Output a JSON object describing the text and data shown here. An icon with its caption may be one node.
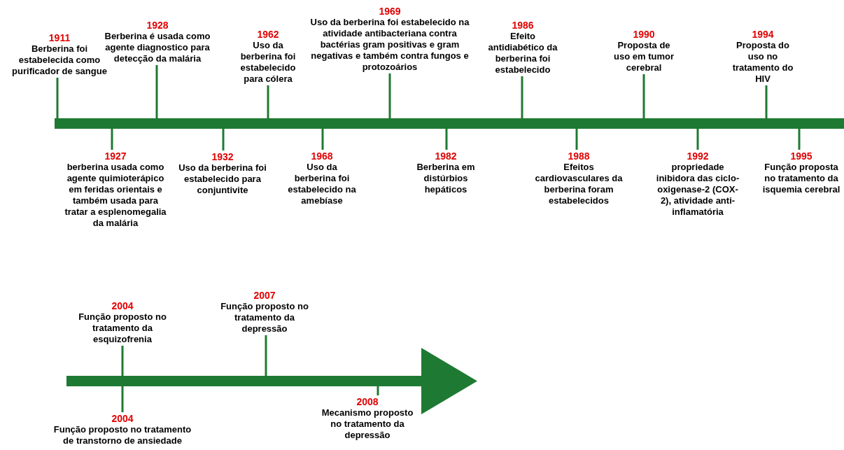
{
  "diagram": {
    "nodes": [
      {
        "text": [],
        "shape": "bar"
      },
      {
        "text": [
          "1911",
          "Berberina foi estabelecida como purificador de sangue"
        ]
      },
      {
        "text": [
          "1927",
          "berberina usada como agente quimioterápico em feridas orientais e também usada para tratar a esplenomegalia da malária"
        ]
      },
      {
        "text": [
          "1928",
          "Berberina é usada como agente diagnostico para detecção da malária"
        ]
      },
      {
        "text": [
          "1932",
          "Uso da berberina foi estabelecido para conjuntivite"
        ]
      },
      {
        "text": [
          "1962",
          "Uso da berberina foi estabelecido para cólera"
        ]
      },
      {
        "text": [
          "1968",
          "Uso da berberina foi estabelecido na amebíase"
        ]
      },
      {
        "text": [
          "1969",
          "Uso da berberina foi estabelecido na atividade antibacteriana contra bactérias gram positivas e gram negativas e também contra fungos e protozoários"
        ]
      },
      {
        "text": [
          "1982",
          "Berberina em distúrbios hepáticos"
        ]
      },
      {
        "text": [
          "1986",
          "Efeito antidiabético da berberina foi estabelecido"
        ]
      },
      {
        "text": [
          "1988",
          "Efeitos cardiovasculares da berberina foram estabelecidos"
        ]
      },
      {
        "text": [
          "1990",
          "Proposta de uso em tumor cerebral"
        ]
      },
      {
        "text": [
          "1992",
          "propriedade inibidora das ciclo-oxigenase-2 (COX-2), atividade anti-inflamatória"
        ]
      },
      {
        "text": [
          "1994",
          "Proposta do uso no tratamento do HIV"
        ]
      },
      {
        "text": [
          "1995",
          "Função proposta no tratamento da isquemia cerebral"
        ]
      },
      {
        "text": [],
        "shape": "bar"
      },
      {
        "text": [
          "2004",
          "Função proposto no tratamento da esquizofrenia"
        ]
      },
      {
        "text": [
          "2004",
          "Função proposto no tratamento de transtorno de ansiedade"
        ]
      },
      {
        "text": [
          "2007",
          "Função proposto no tratamento da depressão"
        ]
      },
      {
        "text": [
          "2008",
          "Mecanismo proposto no tratamento da depressão"
        ]
      }
    ],
    "edges": [
      {
        "from": 1,
        "to": 0,
        "arrow": "none"
      },
      {
        "from": 2,
        "to": 0,
        "arrow": "none"
      },
      {
        "from": 3,
        "to": 0,
        "arrow": "none"
      },
      {
        "from": 4,
        "to": 0,
        "arrow": "none"
      },
      {
        "from": 5,
        "to": 0,
        "arrow": "none"
      },
      {
        "from": 6,
        "to": 0,
        "arrow": "none"
      },
      {
        "from": 7,
        "to": 0,
        "arrow": "none"
      },
      {
        "from": 8,
        "to": 0,
        "arrow": "none"
      },
      {
        "from": 9,
        "to": 0,
        "arrow": "none"
      },
      {
        "from": 10,
        "to": 0,
        "arrow": "none"
      },
      {
        "from": 11,
        "to": 0,
        "arrow": "none"
      },
      {
        "from": 12,
        "to": 0,
        "arrow": "none"
      },
      {
        "from": 13,
        "to": 0,
        "arrow": "none"
      },
      {
        "from": 14,
        "to": 0,
        "arrow": "none"
      },
      {
        "from": 16,
        "to": 15,
        "arrow": "none"
      },
      {
        "from": 17,
        "to": 15,
        "arrow": "none"
      },
      {
        "from": 18,
        "to": 15,
        "arrow": "none"
      },
      {
        "from": 19,
        "to": 15,
        "arrow": "none"
      }
    ]
  }
}
